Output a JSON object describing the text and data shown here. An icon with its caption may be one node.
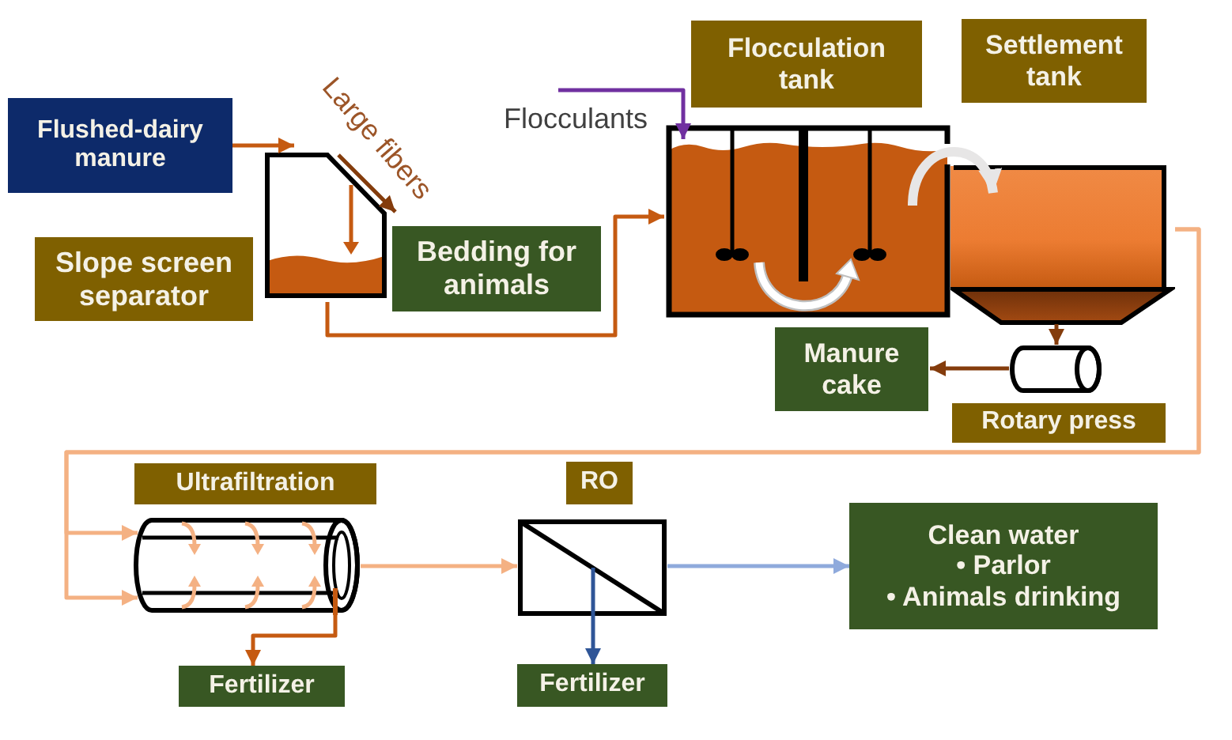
{
  "diagram": {
    "nodes": [
      {
        "text": [
          "Flushed-dairy manure"
        ]
      },
      {
        "text": [],
        "shape": "picture"
      },
      {
        "text": [
          "Slope screen separator"
        ]
      },
      {
        "text": [
          "Bedding for animals"
        ]
      },
      {
        "text": [
          "Flocculants"
        ]
      },
      {
        "text": [
          "Flocculation tank"
        ]
      },
      {
        "text": [],
        "shape": "picture"
      },
      {
        "text": [
          "Settlement tank"
        ]
      },
      {
        "text": [],
        "shape": "picture"
      },
      {
        "text": [
          "Manure cake"
        ]
      },
      {
        "text": [],
        "shape": "cylinder"
      },
      {
        "text": [
          "Rotary press"
        ]
      },
      {
        "text": [
          "Ultrafiltration"
        ]
      },
      {
        "text": [],
        "shape": "picture"
      },
      {
        "text": [
          "RO"
        ]
      },
      {
        "text": [],
        "shape": "picture"
      },
      {
        "text": [
          "Clean water",
          "• Parlor",
          "• Animals drinking"
        ]
      },
      {
        "text": [
          "Fertilizer"
        ]
      },
      {
        "text": [
          "Fertilizer"
        ]
      }
    ],
    "edges": [
      {
        "from": 0,
        "to": 1,
        "arrow": "to"
      },
      {
        "from": 1,
        "to": 3,
        "arrow": "to",
        "label": "Large fibers",
        "color": "#843c0c"
      },
      {
        "from": 1,
        "to": 6,
        "arrow": "to"
      },
      {
        "from": 4,
        "to": 6,
        "arrow": "to",
        "color": "#7030a0"
      },
      {
        "from": 6,
        "to": 8,
        "arrow": "to",
        "style": "thick",
        "color": "#e7e6e6"
      },
      {
        "from": 8,
        "to": 10,
        "arrow": "to",
        "color": "#843c0c"
      },
      {
        "from": 10,
        "to": 9,
        "arrow": "to",
        "color": "#843c0c"
      },
      {
        "from": 8,
        "to": 13,
        "arrow": "to",
        "color": "#f4b183"
      },
      {
        "from": 8,
        "to": 13,
        "arrow": "to",
        "color": "#f4b183"
      },
      {
        "from": 13,
        "to": 15,
        "arrow": "to",
        "color": "#f4b183"
      },
      {
        "from": 13,
        "to": 17,
        "arrow": "to"
      },
      {
        "from": 15,
        "to": 18,
        "arrow": "to",
        "color": "#2f5597"
      },
      {
        "from": 15,
        "to": 16,
        "arrow": "to",
        "color": "#8faadc"
      }
    ]
  }
}
